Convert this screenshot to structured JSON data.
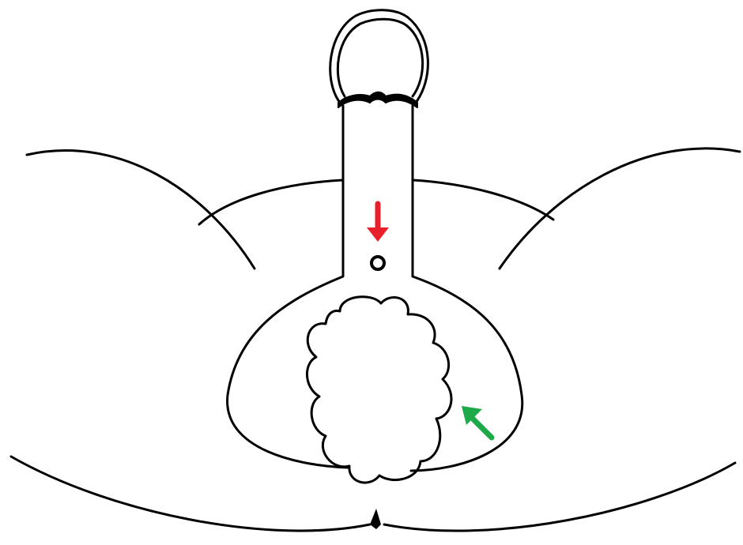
{
  "diagram": {
    "colors": {
      "line": "#000000",
      "background": "#ffffff",
      "red_arrow": "#e8202a",
      "green_arrow": "#1faa4a"
    },
    "markers": [
      {
        "name": "red-arrow",
        "color": "#e8202a",
        "direction": "down"
      },
      {
        "name": "green-arrow",
        "color": "#1faa4a",
        "direction": "up-left"
      }
    ],
    "icons": [
      "ring-icon",
      "down-arrow-icon",
      "up-left-arrow-icon"
    ]
  }
}
